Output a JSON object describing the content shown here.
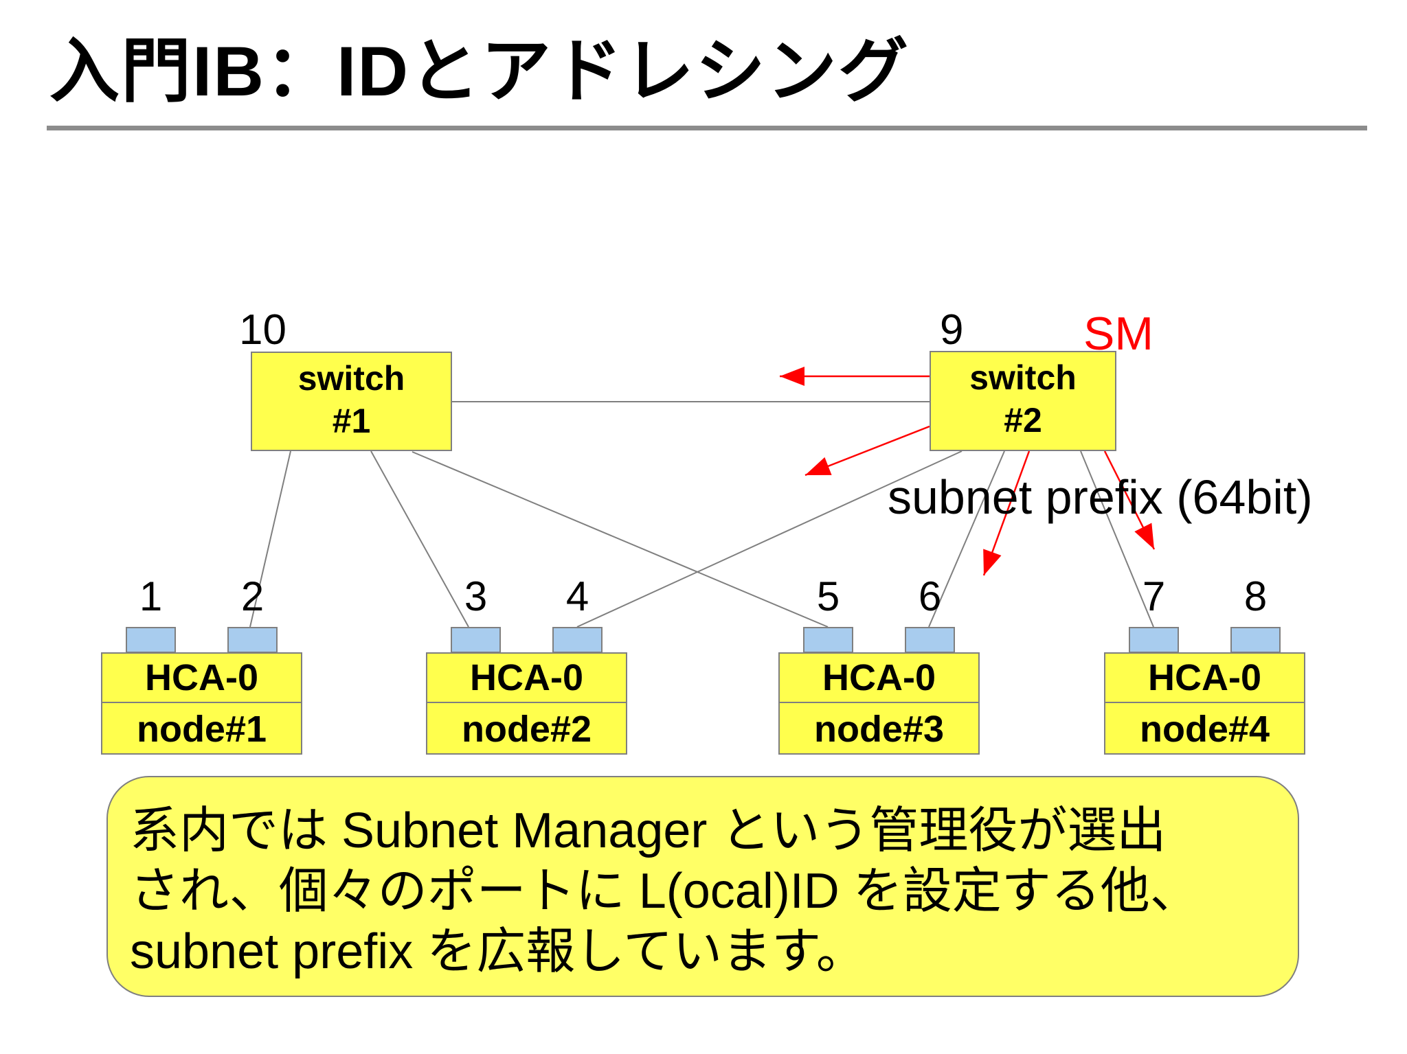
{
  "title": "入門IB：IDとアドレシング",
  "colors": {
    "box_yellow": "#FFFF4D",
    "note_yellow": "#FFFF66",
    "port_blue": "#A8CCEE",
    "red": "#FF0000",
    "line_gray": "#7F7F7F",
    "rule_gray": "#8C8C8C"
  },
  "switches": [
    {
      "lid": "10",
      "name_line1": "switch",
      "name_line2": "#1"
    },
    {
      "lid": "9",
      "name_line1": "switch",
      "name_line2": "#2"
    }
  ],
  "sm_label": "SM",
  "subnet_prefix_label": "subnet prefix (64bit)",
  "nodes": [
    {
      "hca": "HCA-0",
      "name": "node#1",
      "ports": [
        "1",
        "2"
      ]
    },
    {
      "hca": "HCA-0",
      "name": "node#2",
      "ports": [
        "3",
        "4"
      ]
    },
    {
      "hca": "HCA-0",
      "name": "node#3",
      "ports": [
        "5",
        "6"
      ]
    },
    {
      "hca": "HCA-0",
      "name": "node#4",
      "ports": [
        "7",
        "8"
      ]
    }
  ],
  "note": {
    "line1": "系内では Subnet Manager という管理役が選出",
    "line2": "され、個々のポートに L(ocal)ID を設定する他、",
    "line3": "subnet prefix を広報しています。"
  }
}
